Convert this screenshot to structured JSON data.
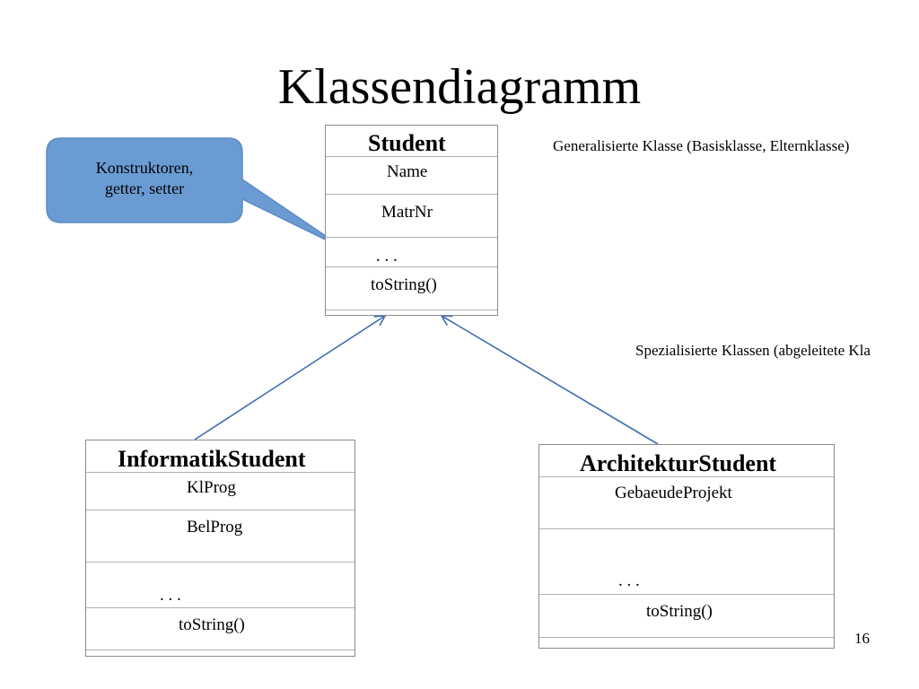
{
  "title": "Klassendiagramm",
  "callout": {
    "line1": "Konstruktoren,",
    "line2": "getter, setter",
    "color": "#6a9bd3"
  },
  "labels": {
    "generalized": "Generalisierte Klasse (Basisklasse, Elternklasse)",
    "specialized": "Spezialisierte Klassen (abgeleitete Kla"
  },
  "classes": {
    "student": {
      "name": "Student",
      "attr1": "Name",
      "attr2": "MatrNr",
      "ellipsis": ". . .",
      "method": "toString()"
    },
    "informatik": {
      "name": "InformatikStudent",
      "attr1": "KlProg",
      "attr2": "BelProg",
      "ellipsis": ". . .",
      "method": "toString()"
    },
    "architektur": {
      "name": "ArchitekturStudent",
      "attr1": "GebaeudeProjekt",
      "ellipsis": ". . .",
      "method": "toString()"
    }
  },
  "arrow_color": "#3f6fb0",
  "page_number": "16"
}
